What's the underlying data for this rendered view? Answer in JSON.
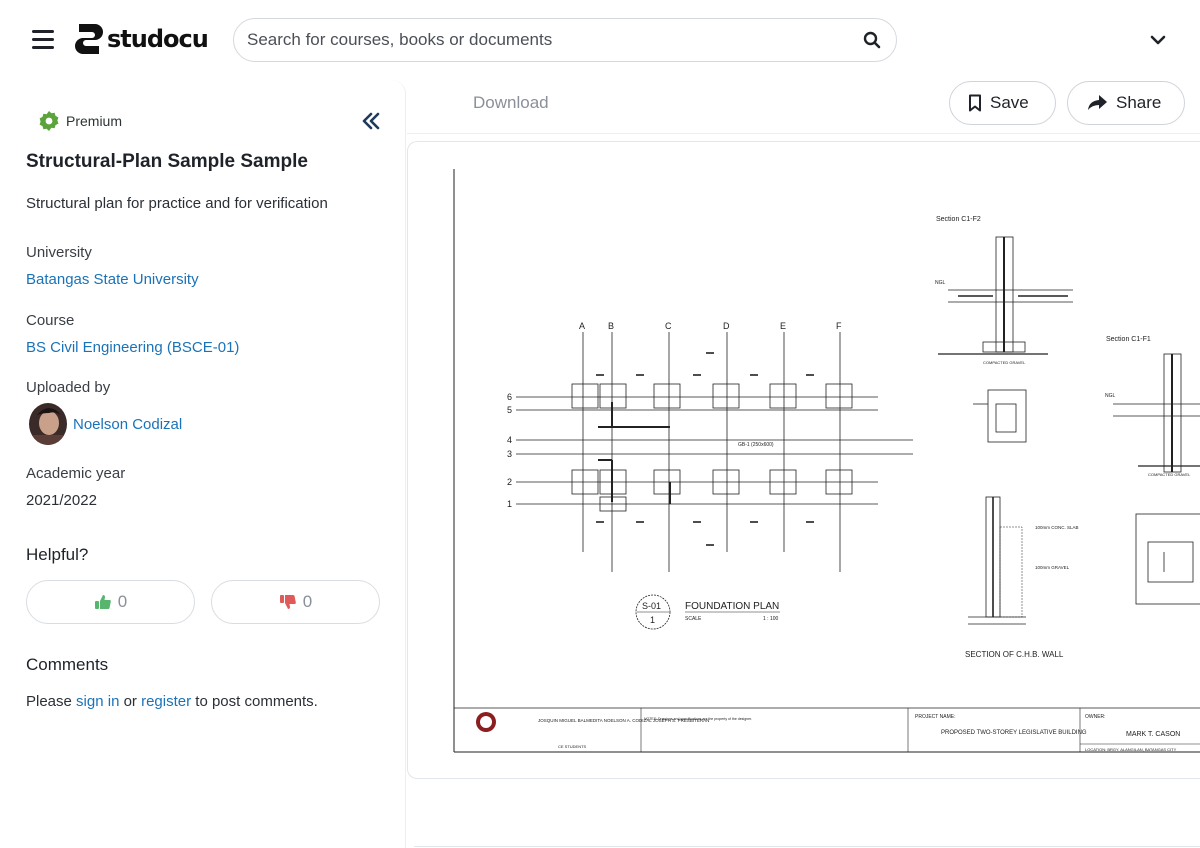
{
  "header": {
    "logo_text": "studocu",
    "search_placeholder": "Search for courses, books or documents"
  },
  "sidebar": {
    "premium_label": "Premium",
    "title": "Structural-Plan Sample Sample",
    "description": "Structural plan for practice and for verification",
    "university_label": "University",
    "university": "Batangas State University",
    "course_label": "Course",
    "course": "BS Civil Engineering (BSCE-01)",
    "uploaded_label": "Uploaded by",
    "uploader": "Noelson Codizal",
    "year_label": "Academic year",
    "year": "2021/2022",
    "helpful_label": "Helpful?",
    "upvotes": "0",
    "downvotes": "0",
    "comments_label": "Comments",
    "comments_please": "Please ",
    "sign_in": "sign in",
    "comments_or": " or ",
    "register": "register",
    "comments_tail": " to post comments."
  },
  "toolbar": {
    "download_label": "Download",
    "save_label": "Save",
    "share_label": "Share"
  },
  "drawing": {
    "grid_cols": [
      "A",
      "B",
      "C",
      "D",
      "E",
      "F"
    ],
    "grid_rows": [
      "6",
      "5",
      "4",
      "3",
      "2",
      "1"
    ],
    "beam_label": "GB-1 (250x600)",
    "sheet_no": "S-01",
    "sheet_seq": "1",
    "plan_title": "FOUNDATION PLAN",
    "scale_label": "SCALE",
    "scale_value": "1 : 100",
    "section_f2": "Section C1-F2",
    "section_f1": "Section C1-F1",
    "compacted_gravel": "COMPACTED GRAVEL",
    "slab_note": "100mm CONC. SLAB",
    "gravel_note": "100mm GRAVEL",
    "ngl": "NGL",
    "chb_wall": "SECTION OF C.H.B. WALL",
    "team": "JOSQUIN MIGUEL BALMEDITA NOELSON A. CODIZAL JOSEPH S. PRESBITERAN",
    "team_role": "CE STUDENTS",
    "notes": "NOTES: Drawings and specifications are the property of the designer.",
    "project_label": "PROJECT NAME:",
    "project_name": "PROPOSED TWO-STOREY LEGISLATIVE BUILDING",
    "owner_label": "OWNER:",
    "owner": "MARK T. CASON",
    "location": "LOCATION: BRGY. ALANGILAN, BATANGAS CITY"
  },
  "colors": {
    "link": "#1a73b8",
    "premium_badge": "#5aa43b",
    "upvote": "#58b56e",
    "downvote": "#e05a5a"
  }
}
